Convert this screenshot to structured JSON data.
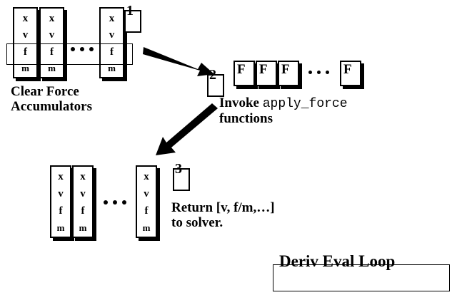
{
  "diagram": {
    "title": "Deriv Eval Loop",
    "state_slots": [
      "x",
      "v",
      "f",
      "m"
    ],
    "force_glyph": "F",
    "steps": [
      {
        "number": "1",
        "caption": "Clear Force\nAccumulators"
      },
      {
        "number": "2",
        "caption_pre": "Invoke ",
        "caption_mono": "apply_force",
        "caption_post": "\nfunctions"
      },
      {
        "number": "3",
        "caption": "Return [v, f/m,…]\nto solver."
      }
    ],
    "groups": {
      "top": {
        "name": "particle-state-array-cleared",
        "boxes": 3,
        "ellipsis": true
      },
      "forces": {
        "name": "force-object-array",
        "boxes": 3,
        "trailing_boxes": 1,
        "ellipsis": true
      },
      "bottom": {
        "name": "particle-state-array-returned",
        "boxes": 3,
        "ellipsis": true
      }
    },
    "colors": {
      "ink": "#000000",
      "paper": "#ffffff"
    }
  }
}
